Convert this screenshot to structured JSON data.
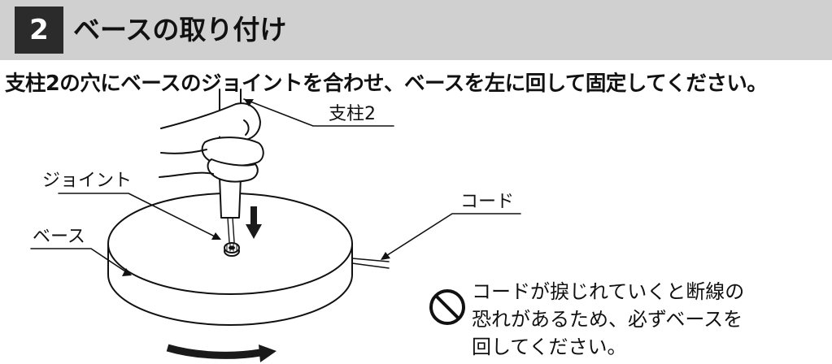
{
  "header": {
    "step_number": "2",
    "title": "ベースの取り付け"
  },
  "instruction": "支柱2の穴にベースのジョイントを合わせ、ベースを左に回して固定してください。",
  "diagram": {
    "labels": {
      "pole": "支柱2",
      "joint": "ジョイント",
      "base": "ベース",
      "cord": "コード"
    }
  },
  "caution": {
    "icon": "prohibited-icon",
    "lines": [
      "コードが捩じれていくと断線の",
      "恐れがあるため、必ずベースを",
      "回してください。"
    ]
  },
  "colors": {
    "header_band": "#d0d0d0",
    "badge": "#2b2b2b",
    "line": "#111111",
    "arrow": "#1a1a1a"
  }
}
